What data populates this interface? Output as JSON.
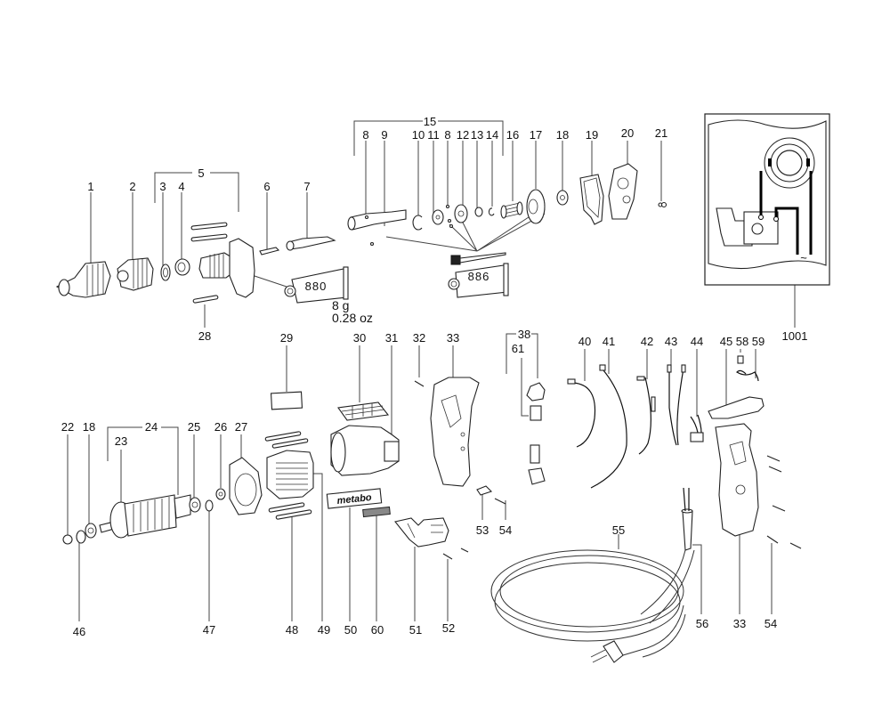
{
  "diagram": {
    "type": "exploded parts diagram",
    "subject": "electric drill / screwdriver",
    "brand_label": "metabo",
    "labels": [
      {
        "id": "1",
        "text": "1"
      },
      {
        "id": "2",
        "text": "2"
      },
      {
        "id": "3",
        "text": "3"
      },
      {
        "id": "4",
        "text": "4"
      },
      {
        "id": "5",
        "text": "5"
      },
      {
        "id": "6",
        "text": "6"
      },
      {
        "id": "7",
        "text": "7"
      },
      {
        "id": "8a",
        "text": "8"
      },
      {
        "id": "9",
        "text": "9"
      },
      {
        "id": "10",
        "text": "10"
      },
      {
        "id": "11",
        "text": "11"
      },
      {
        "id": "8b",
        "text": "8"
      },
      {
        "id": "12",
        "text": "12"
      },
      {
        "id": "13",
        "text": "13"
      },
      {
        "id": "14",
        "text": "14"
      },
      {
        "id": "15",
        "text": "15"
      },
      {
        "id": "16",
        "text": "16"
      },
      {
        "id": "17",
        "text": "17"
      },
      {
        "id": "18a",
        "text": "18"
      },
      {
        "id": "19",
        "text": "19"
      },
      {
        "id": "20",
        "text": "20"
      },
      {
        "id": "21",
        "text": "21"
      },
      {
        "id": "28",
        "text": "28"
      },
      {
        "id": "1001",
        "text": "1001"
      },
      {
        "id": "29",
        "text": "29"
      },
      {
        "id": "30",
        "text": "30"
      },
      {
        "id": "31",
        "text": "31"
      },
      {
        "id": "32",
        "text": "32"
      },
      {
        "id": "33a",
        "text": "33"
      },
      {
        "id": "38",
        "text": "38"
      },
      {
        "id": "61",
        "text": "61"
      },
      {
        "id": "40",
        "text": "40"
      },
      {
        "id": "41",
        "text": "41"
      },
      {
        "id": "42",
        "text": "42"
      },
      {
        "id": "43",
        "text": "43"
      },
      {
        "id": "44",
        "text": "44"
      },
      {
        "id": "45",
        "text": "45"
      },
      {
        "id": "58",
        "text": "58"
      },
      {
        "id": "59",
        "text": "59"
      },
      {
        "id": "22",
        "text": "22"
      },
      {
        "id": "18b",
        "text": "18"
      },
      {
        "id": "24",
        "text": "24"
      },
      {
        "id": "23",
        "text": "23"
      },
      {
        "id": "25",
        "text": "25"
      },
      {
        "id": "26",
        "text": "26"
      },
      {
        "id": "27",
        "text": "27"
      },
      {
        "id": "53",
        "text": "53"
      },
      {
        "id": "54a",
        "text": "54"
      },
      {
        "id": "55",
        "text": "55"
      },
      {
        "id": "46",
        "text": "46"
      },
      {
        "id": "47",
        "text": "47"
      },
      {
        "id": "48",
        "text": "48"
      },
      {
        "id": "49",
        "text": "49"
      },
      {
        "id": "50",
        "text": "50"
      },
      {
        "id": "60",
        "text": "60"
      },
      {
        "id": "51",
        "text": "51"
      },
      {
        "id": "52",
        "text": "52"
      },
      {
        "id": "56",
        "text": "56"
      },
      {
        "id": "33b",
        "text": "33"
      },
      {
        "id": "54b",
        "text": "54"
      }
    ],
    "grease_tubes": [
      {
        "code": "880",
        "quantity_g": "8 g",
        "quantity_oz": "0.28 oz"
      },
      {
        "code": "886"
      }
    ],
    "wiring_inset": {
      "symbol": "~",
      "label": "1001"
    }
  }
}
